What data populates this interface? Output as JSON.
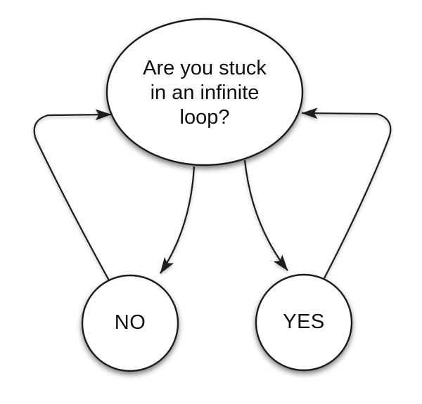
{
  "diagram": {
    "type": "flowchart",
    "colors": {
      "background": "#ffffff",
      "node_fill": "#ffffff",
      "stroke": "#1a1a1a",
      "text": "#0e0e0e"
    },
    "nodes": {
      "question": {
        "shape": "ellipse",
        "lines": [
          "Are you stuck",
          "in an infinite",
          "loop?"
        ]
      },
      "no": {
        "shape": "circle",
        "label": "NO"
      },
      "yes": {
        "shape": "circle",
        "label": "YES"
      }
    },
    "edges": [
      {
        "from": "question",
        "to": "no"
      },
      {
        "from": "question",
        "to": "yes"
      },
      {
        "from": "no",
        "to": "question"
      },
      {
        "from": "yes",
        "to": "question"
      }
    ]
  }
}
